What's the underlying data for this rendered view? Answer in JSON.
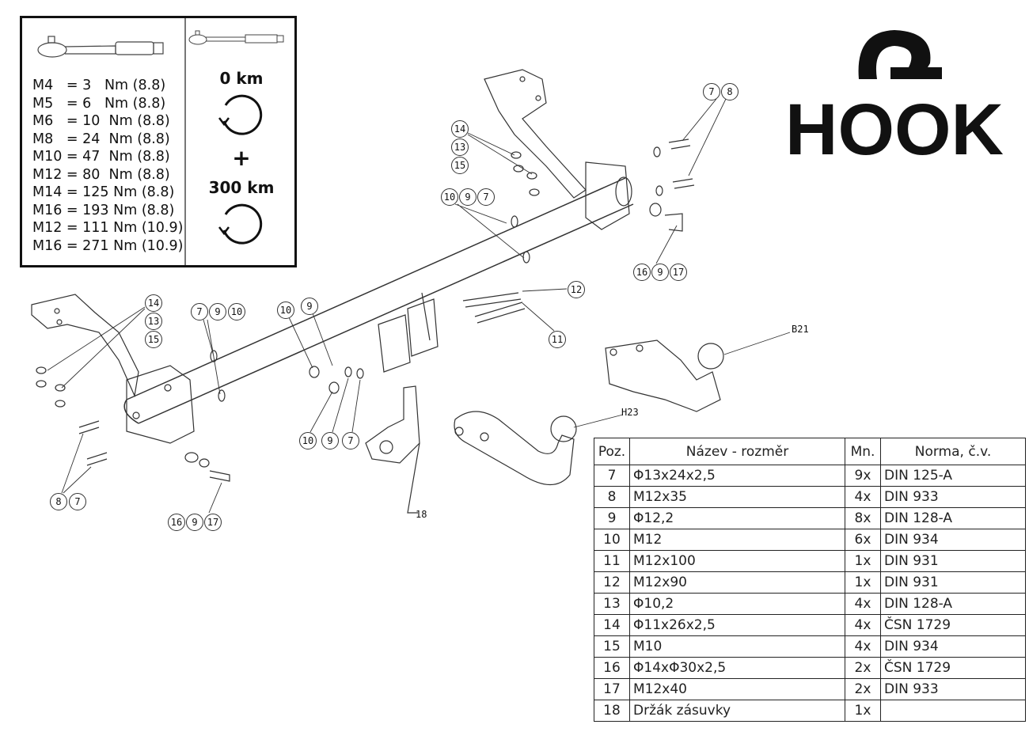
{
  "torque_table": {
    "lines": [
      "M4   = 3   Nm (8.8)",
      "M5   = 6   Nm (8.8)",
      "M6   = 10  Nm (8.8)",
      "M8   = 24  Nm (8.8)",
      "M10 = 47  Nm (8.8)",
      "M12 = 80  Nm (8.8)",
      "M14 = 125 Nm (8.8)",
      "M16 = 193 Nm (8.8)",
      "M12 = 111 Nm (10.9)",
      "M16 = 271 Nm (10.9)"
    ],
    "first_check": "0 km",
    "plus": "+",
    "second_check": "300 km"
  },
  "logo": {
    "text": "HOOK"
  },
  "callouts": [
    [
      "7",
      "8"
    ],
    [
      "14",
      "13",
      "15"
    ],
    [
      "10",
      "9",
      "7"
    ],
    [
      "16",
      "9",
      "17"
    ],
    [
      "12"
    ],
    [
      "11"
    ],
    [
      "14",
      "13",
      "15"
    ],
    [
      "7",
      "9",
      "10"
    ],
    [
      "10"
    ],
    [
      "9"
    ],
    [
      "10",
      "9",
      "7"
    ],
    [
      "8",
      "7"
    ],
    [
      "16",
      "9",
      "17"
    ]
  ],
  "tags": {
    "b21": "B21",
    "h23": "H23",
    "holder": "18"
  },
  "parts_table": {
    "headers": [
      "Poz.",
      "Název - rozměr",
      "Mn.",
      "Norma, č.v."
    ],
    "rows": [
      [
        "7",
        "Φ13x24x2,5",
        "9x",
        "DIN 125-A"
      ],
      [
        "8",
        "M12x35",
        "4x",
        "DIN 933"
      ],
      [
        "9",
        "Φ12,2",
        "8x",
        "DIN 128-A"
      ],
      [
        "10",
        "M12",
        "6x",
        "DIN 934"
      ],
      [
        "11",
        "M12x100",
        "1x",
        "DIN 931"
      ],
      [
        "12",
        "M12x90",
        "1x",
        "DIN 931"
      ],
      [
        "13",
        "Φ10,2",
        "4x",
        "DIN 128-A"
      ],
      [
        "14",
        "Φ11x26x2,5",
        "4x",
        "ČSN 1729"
      ],
      [
        "15",
        "M10",
        "4x",
        "DIN 934"
      ],
      [
        "16",
        "Φ14xΦ30x2,5",
        "2x",
        "ČSN 1729"
      ],
      [
        "17",
        "M12x40",
        "2x",
        "DIN 933"
      ],
      [
        "18",
        "Držák zásuvky",
        "1x",
        ""
      ]
    ]
  }
}
